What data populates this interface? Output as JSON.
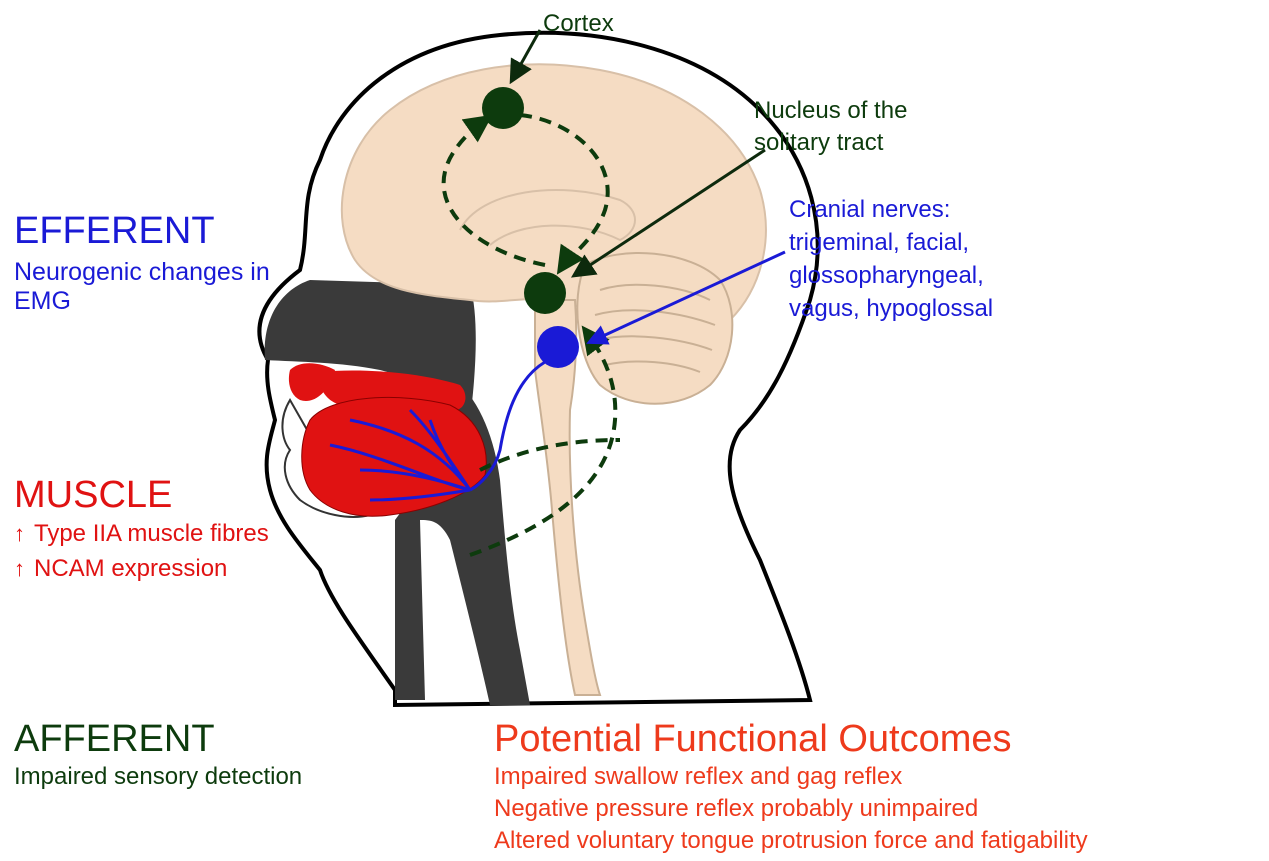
{
  "efferent": {
    "title": "EFFERENT",
    "subtitle": "Neurogenic changes in EMG"
  },
  "muscle": {
    "title": "MUSCLE",
    "lines": [
      "Type IIA muscle fibres",
      "NCAM expression"
    ],
    "arrow_glyph": "↑"
  },
  "afferent": {
    "title": "AFFERENT",
    "subtitle": "Impaired sensory detection"
  },
  "outcomes": {
    "title": "Potential Functional Outcomes",
    "items": [
      "Impaired swallow reflex and gag reflex",
      "Negative pressure reflex probably unimpaired",
      "Altered voluntary tongue protrusion force and fatigability"
    ]
  },
  "callouts": {
    "cortex": "Cortex",
    "nts_line1": "Nucleus of the",
    "nts_line2": "solitary tract",
    "cranial_line1": "Cranial nerves:",
    "cranial_line2": "trigeminal, facial,",
    "cranial_line3": "glossopharyngeal,",
    "cranial_line4": "vagus, hypoglossal"
  },
  "colors": {
    "efferent_blue": "#1a1ad6",
    "muscle_red": "#e01212",
    "afferent_green": "#0d3b0d",
    "outcome_orange": "#ee3a1c",
    "brain_tan": "#f5dcc3",
    "airway_gray": "#3a3a3a"
  }
}
